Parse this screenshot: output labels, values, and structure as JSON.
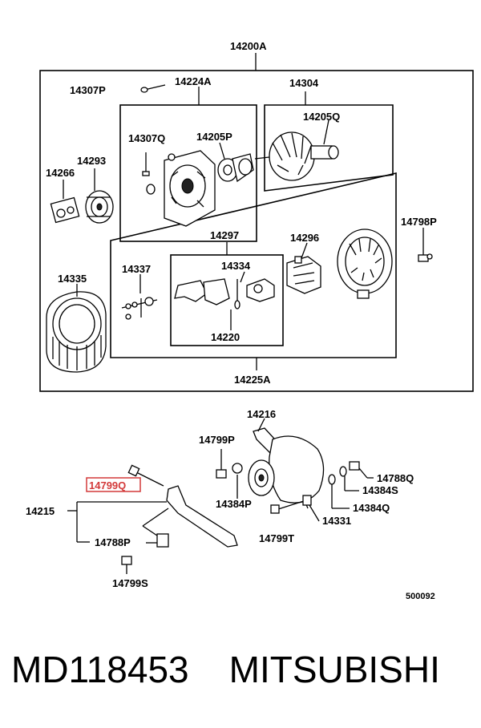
{
  "labels": {
    "l14200A": "14200A",
    "l14307P": "14307P",
    "l14224A": "14224A",
    "l14304": "14304",
    "l14205Q": "14205Q",
    "l14307Q": "14307Q",
    "l14205P": "14205P",
    "l14293": "14293",
    "l14266": "14266",
    "l14798P": "14798P",
    "l14297": "14297",
    "l14296": "14296",
    "l14334": "14334",
    "l14337": "14337",
    "l14335": "14335",
    "l14220": "14220",
    "l14225A": "14225A",
    "l14216": "14216",
    "l14799P": "14799P",
    "l14799Q": "14799Q",
    "l14215": "14215",
    "l14384P": "14384P",
    "l14788Q": "14788Q",
    "l14384S": "14384S",
    "l14384Q": "14384Q",
    "l14331": "14331",
    "l14788P": "14788P",
    "l14799T": "14799T",
    "l14799S": "14799S",
    "drawing_code": "500092"
  },
  "highlight_color": "#d33a3a",
  "footer": {
    "part_number": "MD118453",
    "brand": "MITSUBISHI"
  }
}
